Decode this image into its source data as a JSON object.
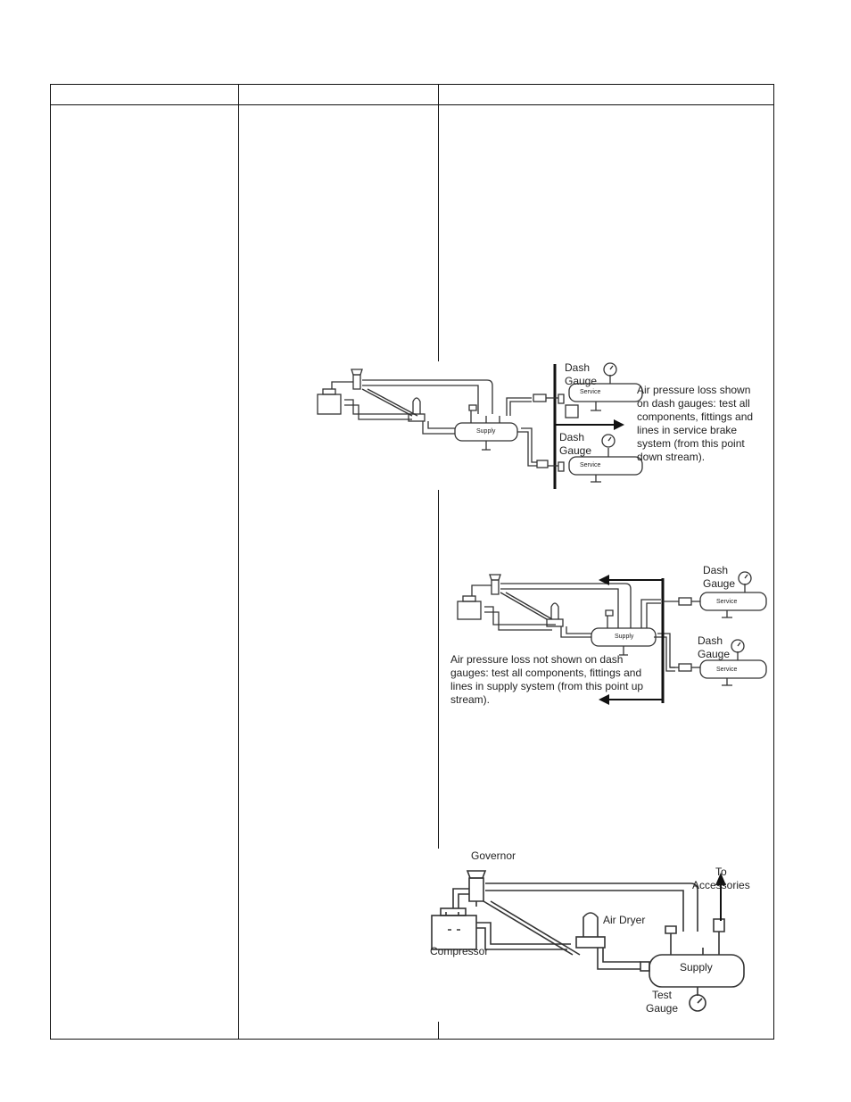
{
  "table": {
    "headers": [
      "",
      "",
      ""
    ]
  },
  "diagram1": {
    "dash_gauge_1": "Dash\nGauge",
    "dash_gauge_2": "Dash\nGauge",
    "service_1": "Service",
    "service_2": "Service",
    "supply": "Supply",
    "note": "Air pressure loss shown on dash gauges: test all components, fittings and lines in service brake system (from this point down stream)."
  },
  "diagram2": {
    "dash_gauge_1": "Dash\nGauge",
    "dash_gauge_2": "Dash\nGauge",
    "service_1": "Service",
    "service_2": "Service",
    "supply": "Supply",
    "note": "Air pressure loss not shown on dash gauges: test all components, fittings and lines in supply system (from this point up stream)."
  },
  "diagram3": {
    "governor": "Governor",
    "to_accessories": "To\nAccessories",
    "air_dryer": "Air Dryer",
    "compressor": "Compressor",
    "supply": "Supply",
    "test_gauge": "Test\nGauge"
  }
}
